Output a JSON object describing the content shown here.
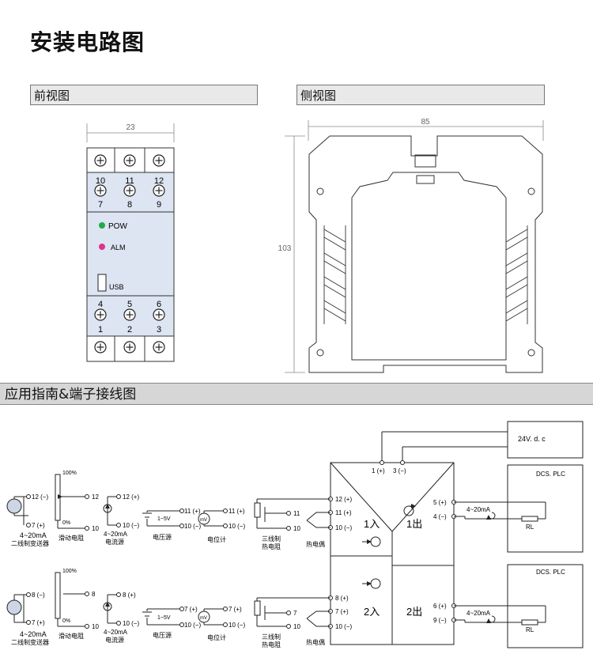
{
  "page": {
    "title": "安装电路图"
  },
  "front_view": {
    "header": "前视图",
    "width_dim": "23",
    "terminals_top_row": [
      "10",
      "11",
      "12"
    ],
    "terminals_top_row2": [
      "7",
      "8",
      "9"
    ],
    "terminals_bottom_row": [
      "4",
      "5",
      "6"
    ],
    "terminals_bottom_row2": [
      "1",
      "2",
      "3"
    ],
    "led_pow": "POW",
    "led_alm": "ALM",
    "usb": "USB",
    "colors": {
      "pow": "#1faa4a",
      "alm": "#e0338a",
      "panel": "#dde4f2"
    }
  },
  "side_view": {
    "header": "侧视图",
    "width_dim": "85",
    "height_dim": "103"
  },
  "guide": {
    "header": "应用指南&端子接线图",
    "supply": "24V. d. c",
    "supply_terms": [
      "1 (+)",
      "3 (−)"
    ],
    "ch1": {
      "two_wire": {
        "range": "4~20mA",
        "name": "二线制变送器",
        "t_top": "12 (−)",
        "t_bot": "7 (+)"
      },
      "pot": {
        "top": "100%",
        "bot": "0%",
        "name": "滑动电阻",
        "t_top": "12",
        "t_bot": "10"
      },
      "current": {
        "range": "4~20mA",
        "name": "电流源",
        "t_top": "12 (+)",
        "t_bot": "10 (−)"
      },
      "voltage": {
        "range": "1~5V",
        "name": "电压源",
        "t_top": "11 (+)",
        "t_bot": "10 (−)"
      },
      "mv": {
        "sym": "mV",
        "name": "电位计",
        "t_top": "11 (+)",
        "t_bot": "10 (−)"
      },
      "rtd": {
        "name1": "三线制",
        "name2": "热电阻",
        "t_top": "11",
        "t_bot": "10"
      },
      "tc": {
        "name": "热电偶"
      },
      "inputs": [
        "12 (+)",
        "11 (+)",
        "10 (−)"
      ],
      "in_label": "1入",
      "out_label": "1出",
      "outputs": [
        "5 (+)",
        "4 (−)"
      ],
      "out_range": "4~20mA",
      "load": "DCS. PLC",
      "rl": "RL"
    },
    "ch2": {
      "two_wire": {
        "range": "4~20mA",
        "name": "二线制变送器",
        "t_top": "8 (−)",
        "t_bot": "7 (+)"
      },
      "pot": {
        "top": "100%",
        "bot": "0%",
        "name": "滑动电阻",
        "t_top": "8",
        "t_bot": "10"
      },
      "current": {
        "range": "4~20mA",
        "name": "电流源",
        "t_top": "8 (+)",
        "t_bot": "10 (−)"
      },
      "voltage": {
        "range": "1~5V",
        "name": "电压源",
        "t_top": "7 (+)",
        "t_bot": "10 (−)"
      },
      "mv": {
        "sym": "mV",
        "name": "电位计",
        "t_top": "7 (+)",
        "t_bot": "10 (−)"
      },
      "rtd": {
        "name1": "三线制",
        "name2": "热电阻",
        "t_top": "7",
        "t_bot": "10"
      },
      "tc": {
        "name": "热电偶"
      },
      "inputs": [
        "8 (+)",
        "7 (+)",
        "10 (−)"
      ],
      "in_label": "2入",
      "out_label": "2出",
      "outputs": [
        "6 (+)",
        "9 (−)"
      ],
      "out_range": "4~20mA",
      "load": "DCS. PLC",
      "rl": "RL"
    }
  }
}
